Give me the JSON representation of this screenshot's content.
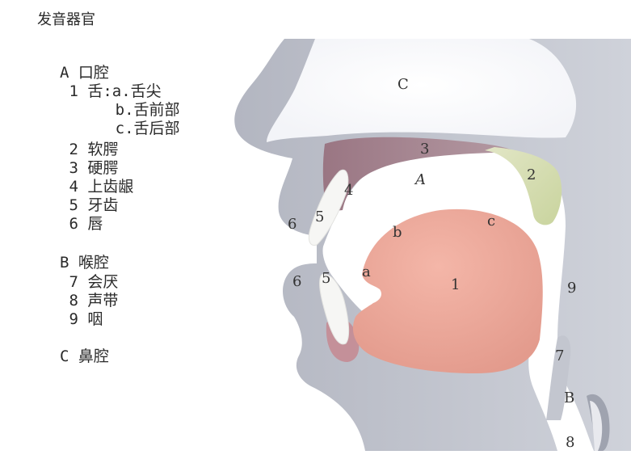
{
  "title": "发音器官",
  "legend": [
    {
      "key": "A",
      "text": "A 口腔"
    },
    {
      "key": "1",
      "text": " 1 舌:a.舌尖"
    },
    {
      "key": "1b",
      "text": "      b.舌前部"
    },
    {
      "key": "1c",
      "text": "      c.舌后部"
    },
    {
      "key": "2",
      "text": " 2 软腭"
    },
    {
      "key": "3",
      "text": " 3 硬腭"
    },
    {
      "key": "4",
      "text": " 4 上齿龈"
    },
    {
      "key": "5",
      "text": " 5 牙齿"
    },
    {
      "key": "6",
      "text": " 6 唇"
    },
    {
      "key": "B",
      "text": "B 喉腔"
    },
    {
      "key": "7",
      "text": " 7 会厌"
    },
    {
      "key": "8",
      "text": " 8 声带"
    },
    {
      "key": "9",
      "text": " 9 咽"
    },
    {
      "key": "C",
      "text": "C 鼻腔"
    }
  ],
  "figure_labels": {
    "C": "C",
    "A": "A",
    "B": "B",
    "n1": "1",
    "n2": "2",
    "n3": "3",
    "n4": "4",
    "n5_upper": "5",
    "n5_lower": "5",
    "n6_upper": "6",
    "n6_lower": "6",
    "n7": "7",
    "n8": "8",
    "n9": "9",
    "a": "a",
    "b": "b",
    "c": "c"
  },
  "colors": {
    "head": "#b9bcc6",
    "head_light": "#d6d8e0",
    "hard_palate": "#a1808c",
    "soft_palate": "#d4ddb2",
    "tongue": "#eeaa9c",
    "lower_lip_inner": "#c78b92",
    "teeth": "#f3f3f1"
  }
}
